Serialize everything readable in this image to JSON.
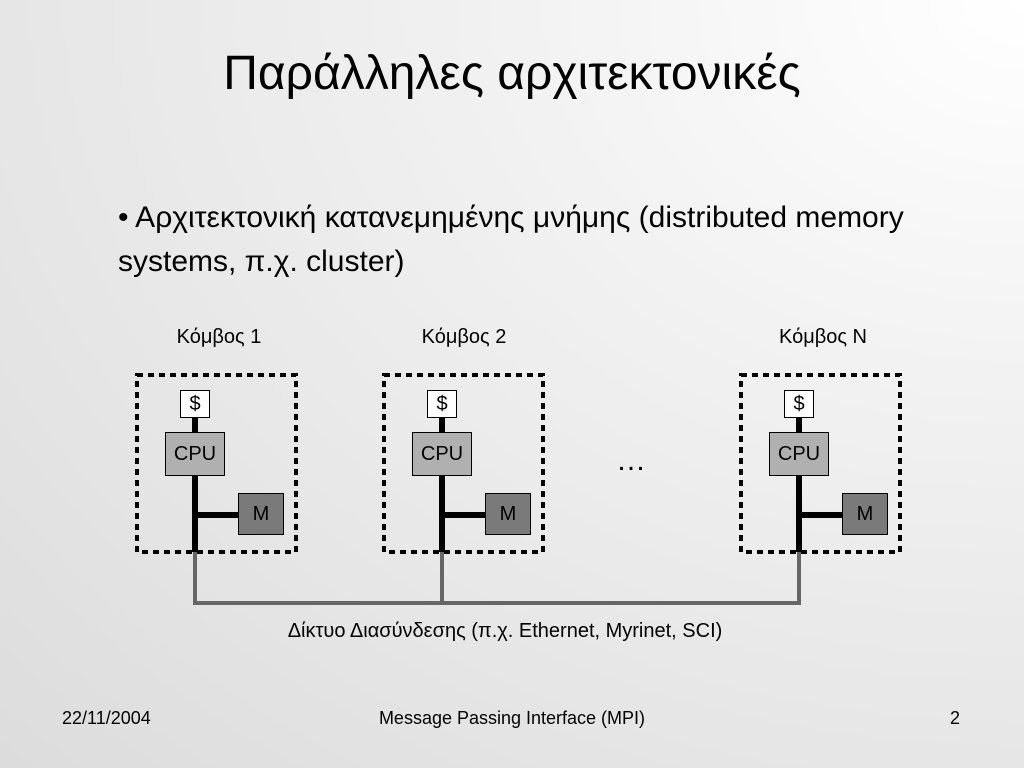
{
  "slide": {
    "title": "Παράλληλες αρχιτεκτονικές",
    "bullet_text": "• Αρχιτεκτονική κατανεμημένης μνήμης (distributed memory systems, π.χ. cluster)"
  },
  "diagram": {
    "nodes": [
      {
        "label": "Κόμβος 1",
        "cache": "$",
        "cpu": "CPU",
        "memory": "M"
      },
      {
        "label": "Κόμβος 2",
        "cache": "$",
        "cpu": "CPU",
        "memory": "M"
      },
      {
        "label": "Κόμβος N",
        "cache": "$",
        "cpu": "CPU",
        "memory": "M"
      }
    ],
    "ellipsis": "…",
    "network_label": "Δίκτυο Διασύνδεσης (π.χ. Ethernet, Myrinet, SCI)"
  },
  "footer": {
    "date": "22/11/2004",
    "center_text": "Message Passing Interface (MPI)",
    "page_number": "2"
  }
}
